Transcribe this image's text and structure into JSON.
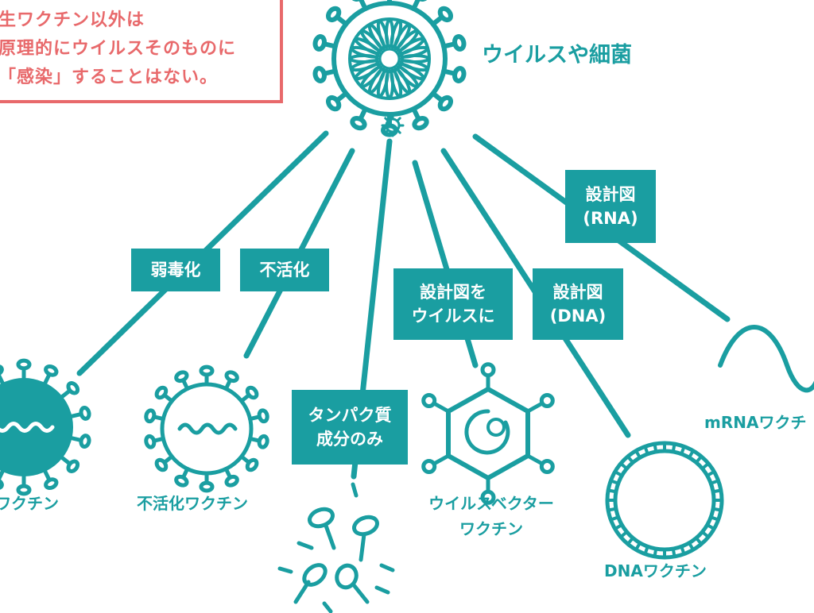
{
  "note": {
    "lines": [
      "生ワクチン以外は",
      "原理的にウイルスそのものに",
      "「感染」することはない。"
    ]
  },
  "source_label": "ウイルスや細菌",
  "methods": {
    "attenuation": "弱毒化",
    "inactivation": "不活化",
    "protein": [
      "タンパク質",
      "成分のみ"
    ],
    "viral_vector": [
      "設計図を",
      "ウイルスに"
    ],
    "dna": [
      "設計図",
      "(DNA)"
    ],
    "rna": [
      "設計図",
      "(RNA)"
    ]
  },
  "vaccines": {
    "live": "ワクチン",
    "inactivated": "不活化ワクチン",
    "viral_vector": [
      "ウイルスベクター",
      "ワクチン"
    ],
    "dna": "DNAワクチン",
    "mrna": "mRNAワクチ"
  },
  "colors": {
    "teal": "#1a9ea1",
    "coral": "#e8696b"
  }
}
